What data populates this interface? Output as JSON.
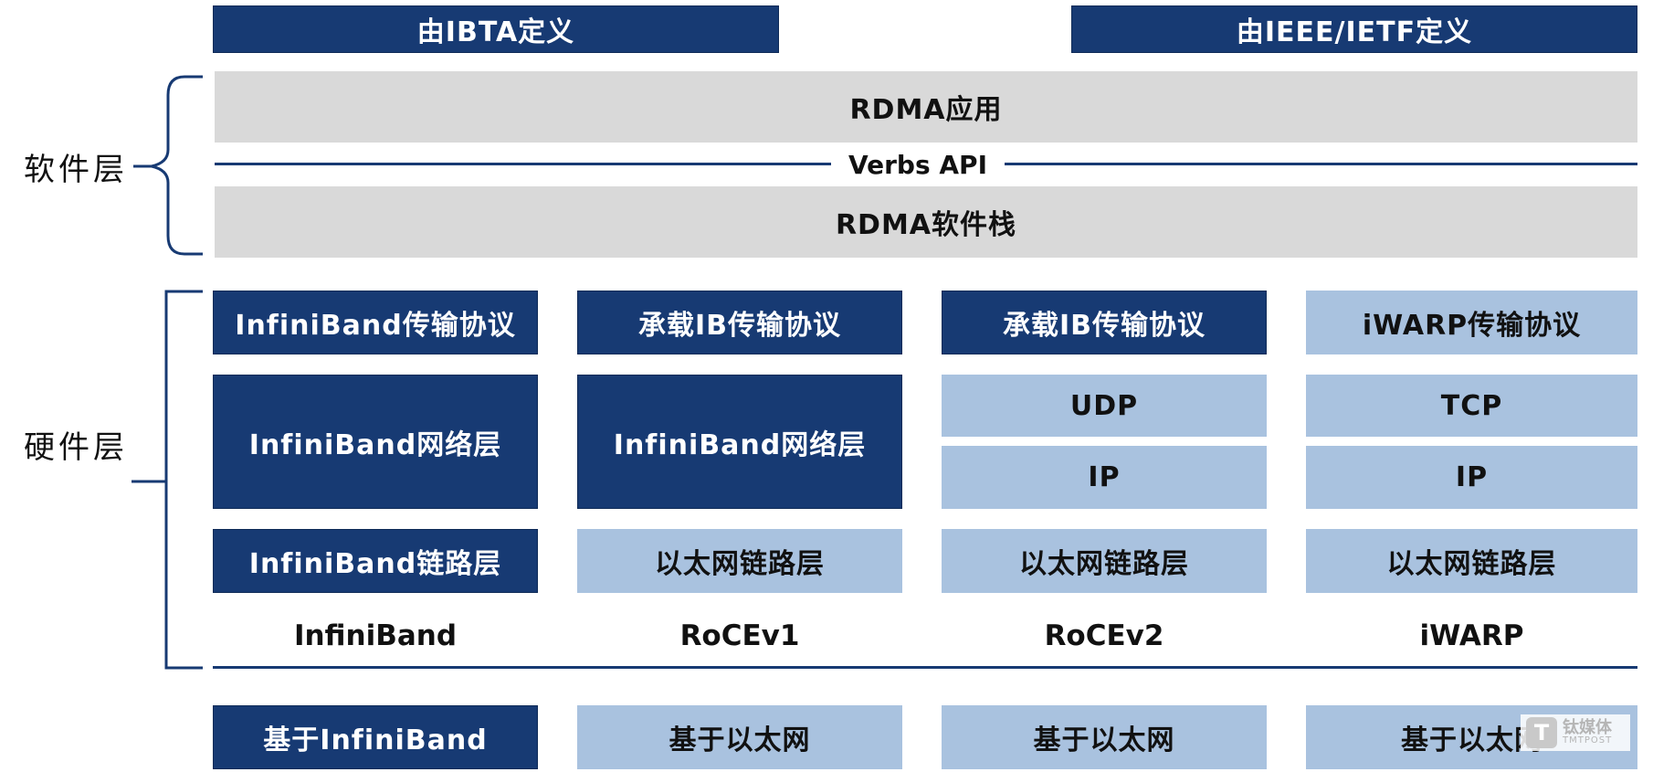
{
  "header": {
    "ibta": "由IBTA定义",
    "ieee": "由IEEE/IETF定义"
  },
  "layers": {
    "software": "软件层",
    "hardware": "硬件层"
  },
  "software": {
    "rdma_app": "RDMA应用",
    "verbs_api": "Verbs API",
    "rdma_stack": "RDMA软件栈"
  },
  "columns": [
    {
      "transport": "InfiniBand传输协议",
      "network": "InfiniBand网络层",
      "link": "InfiniBand链路层",
      "name": "InfiniBand",
      "base": "基于InfiniBand"
    },
    {
      "transport": "承载IB传输协议",
      "network": "InfiniBand网络层",
      "link": "以太网链路层",
      "name": "RoCEv1",
      "base": "基于以太网"
    },
    {
      "transport": "承载IB传输协议",
      "network_top": "UDP",
      "network_bottom": "IP",
      "link": "以太网链路层",
      "name": "RoCEv2",
      "base": "基于以太网"
    },
    {
      "transport": "iWARP传输协议",
      "network_top": "TCP",
      "network_bottom": "IP",
      "link": "以太网链路层",
      "name": "iWARP",
      "base": "基于以太网"
    }
  ],
  "watermark": {
    "logo_letter": "T",
    "text_cn": "钛媒体",
    "text_en": "TMTPOST"
  },
  "colors": {
    "dark_blue": "#173a73",
    "light_blue": "#a9c2df",
    "gray": "#d9d9d9"
  }
}
